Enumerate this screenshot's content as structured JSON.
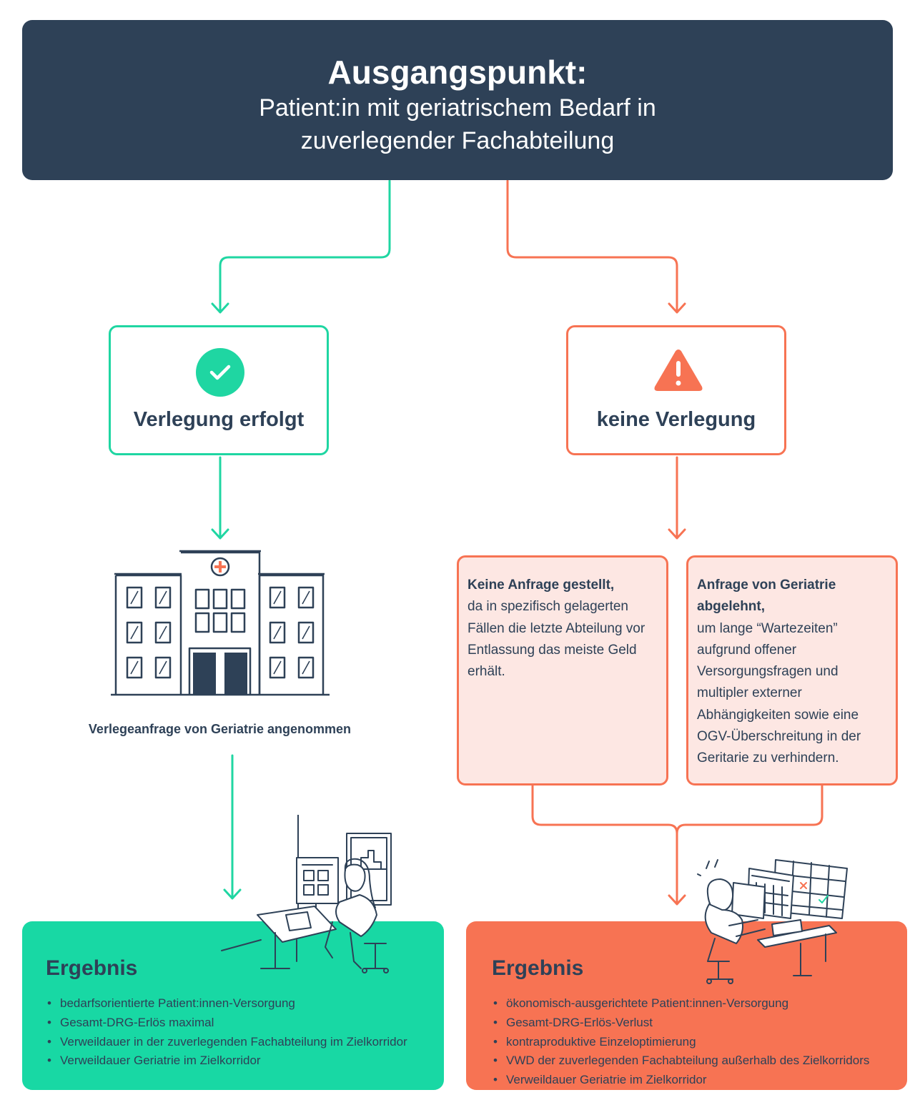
{
  "header": {
    "title": "Ausgangspunkt:",
    "subtitle_line1": "Patient:in mit geriatrischem Bedarf in",
    "subtitle_line2": "zuverlegender Fachabteilung"
  },
  "left": {
    "status_icon": "check-circle-icon",
    "status_label": "Verlegung erfolgt",
    "accepted_label": "Verlegeanfrage von Geriatrie angenommen",
    "result": {
      "title": "Ergebnis",
      "items": [
        "bedarfsorientierte Patient:innen-Versorgung",
        "Gesamt-DRG-Erlös maximal",
        "Verweildauer in der zuverlegenden Fachabteilung im Zielkorridor",
        "Verweildauer Geriatrie im Zielkorridor"
      ]
    }
  },
  "right": {
    "status_icon": "warning-triangle-icon",
    "status_label": "keine Verlegung",
    "reason1": {
      "bold": "Keine Anfrage gestellt,",
      "text": "da in spezifisch gelagerten Fällen die letzte Abteilung vor Entlassung das meiste Geld erhält."
    },
    "reason2": {
      "bold": "Anfrage von Geriatrie abgelehnt,",
      "text": "um lange “Wartezeiten” aufgrund offener Versorgungsfragen und multipler externer Abhängigkeiten sowie eine OGV-Überschreitung in der Geritarie zu verhindern."
    },
    "result": {
      "title": "Ergebnis",
      "items": [
        "ökonomisch-ausgerichtete Patient:innen-Versorgung",
        "Gesamt-DRG-Erlös-Verlust",
        "kontraproduktive Einzeloptimierung",
        "VWD der zuverlegenden Fachabteilung außerhalb des Zielkorridors",
        "Verweildauer Geriatrie im Zielkorridor"
      ]
    }
  },
  "colors": {
    "navy": "#2e4157",
    "green": "#1fd6a2",
    "orange": "#f77353",
    "pink": "#fde7e3"
  }
}
